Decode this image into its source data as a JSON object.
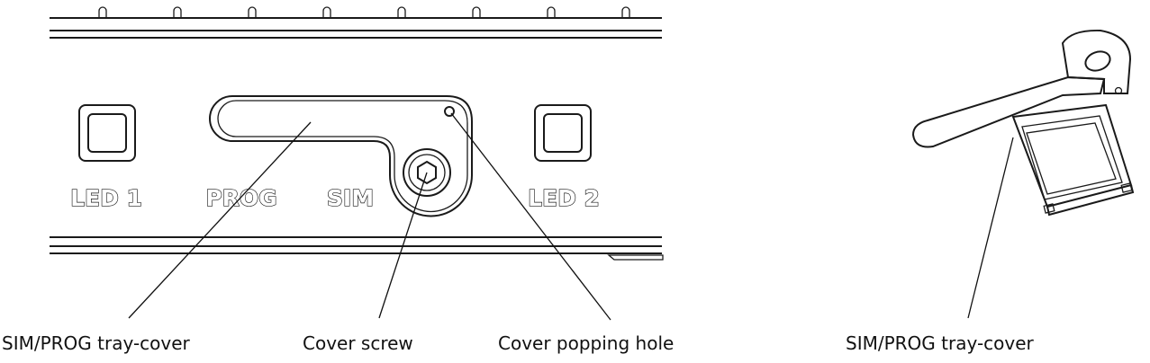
{
  "panel_labels": {
    "led1": "LED 1",
    "prog": "PROG",
    "sim": "SIM",
    "led2": "LED 2"
  },
  "callouts": {
    "tray_cover_left": "SIM/PROG tray-cover",
    "cover_screw": "Cover screw",
    "cover_popping_hole": "Cover popping hole",
    "tray_cover_right": "SIM/PROG tray-cover"
  }
}
